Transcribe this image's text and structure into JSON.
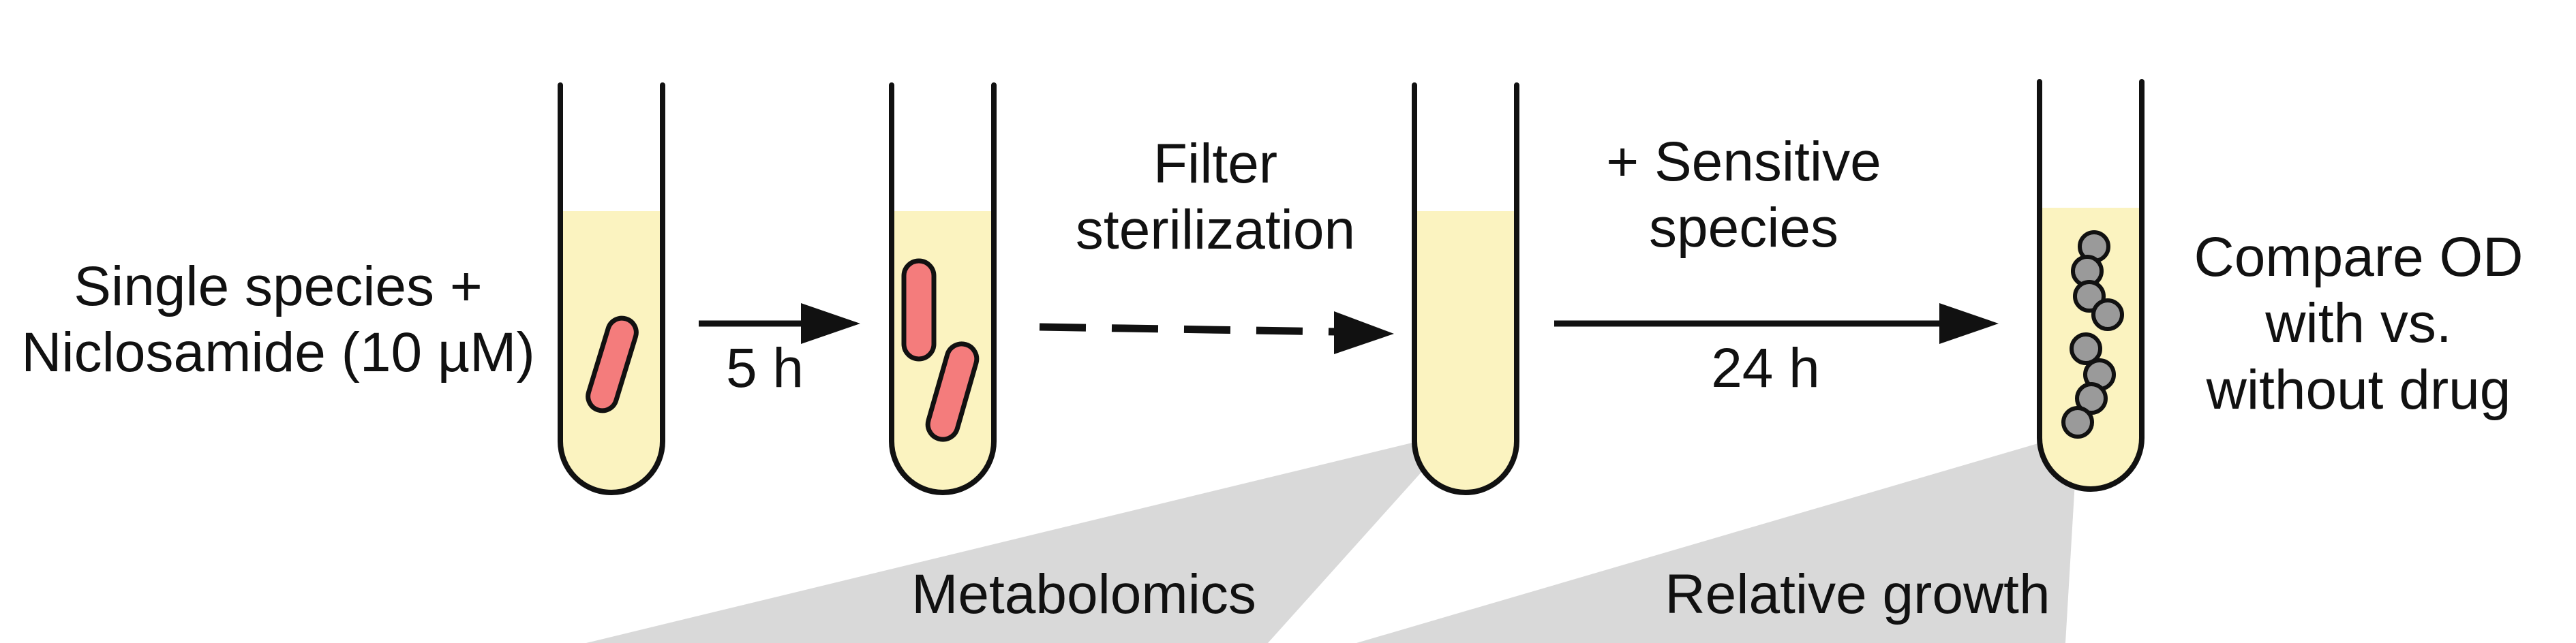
{
  "colors": {
    "medium": "#fbf3c0",
    "bacterium": "#f47c7c",
    "sensitive_cell": "#9a9a9a",
    "outline": "#111111",
    "shadow": "#d9d9d9"
  },
  "labels": {
    "input": [
      "Single species +",
      "Niclosamide (10 µM)"
    ],
    "incubation_time": "5 h",
    "filter_step": [
      "Filter",
      "sterilization"
    ],
    "add_step": [
      "+ Sensitive",
      "species"
    ],
    "growth_time": "24 h",
    "readout": [
      "Compare OD",
      "with vs.",
      "without drug"
    ],
    "metabolomics": "Metabolomics",
    "relative_growth": "Relative growth"
  }
}
